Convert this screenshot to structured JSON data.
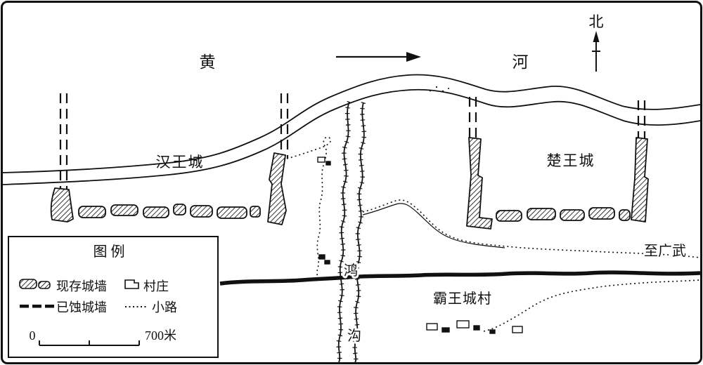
{
  "map": {
    "compass": {
      "label": "北"
    },
    "river": {
      "label_left": "黄",
      "label_right": "河"
    },
    "labels": {
      "han_city": "汉王城",
      "chu_city": "楚王城",
      "canal_top": "鸿",
      "canal_bottom": "沟",
      "to_guangwu": "至广武",
      "bawang_village": "霸王城村"
    }
  },
  "legend": {
    "title": "图  例",
    "items": [
      {
        "id": "existing-wall",
        "label": "现存城墙"
      },
      {
        "id": "village",
        "label": "村庄"
      },
      {
        "id": "eroded-wall",
        "label": "已蚀城墙"
      },
      {
        "id": "path",
        "label": "小路"
      }
    ],
    "scale": {
      "start_label": "0",
      "end_label": "700米"
    }
  },
  "colors": {
    "ink": "#111111",
    "paper": "#ffffff"
  }
}
